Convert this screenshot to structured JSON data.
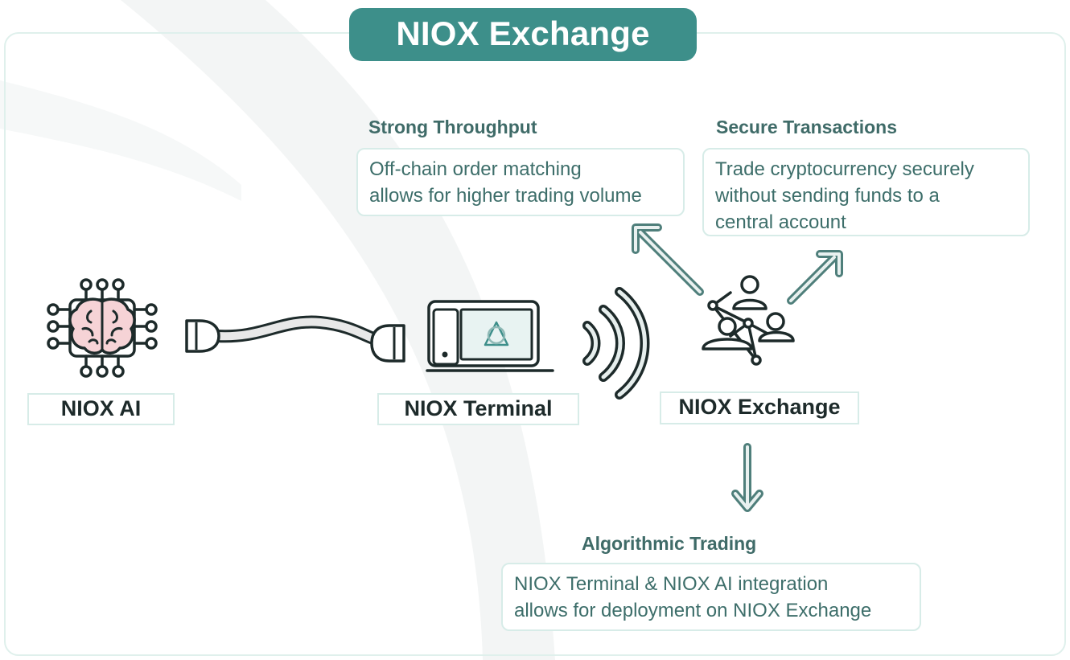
{
  "title": "NIOX Exchange",
  "features": [
    {
      "heading": "Strong Throughput",
      "lines": [
        "Off-chain order matching",
        "allows for higher trading volume"
      ]
    },
    {
      "heading": "Secure Transactions",
      "lines": [
        "Trade cryptocurrency securely",
        "without sending funds to a",
        "central account"
      ]
    },
    {
      "heading": "Algorithmic Trading",
      "lines": [
        "NIOX Terminal & NIOX AI integration",
        "allows for deployment on NIOX Exchange"
      ]
    }
  ],
  "nodes": {
    "ai": "NIOX AI",
    "terminal": "NIOX Terminal",
    "exchange": "NIOX Exchange"
  },
  "colors": {
    "accent": "#3d8f8a",
    "heading": "#3f6b68",
    "body_text": "#3d6e6a",
    "border": "#d7ece8",
    "brain_fill": "#f6d3d6",
    "screen_fill": "#e8f3f2"
  },
  "icons": [
    "brain-chip-icon",
    "cable-connector-icon",
    "terminal-device-icon",
    "wireless-signal-icon",
    "network-people-icon",
    "arrow-icon"
  ]
}
